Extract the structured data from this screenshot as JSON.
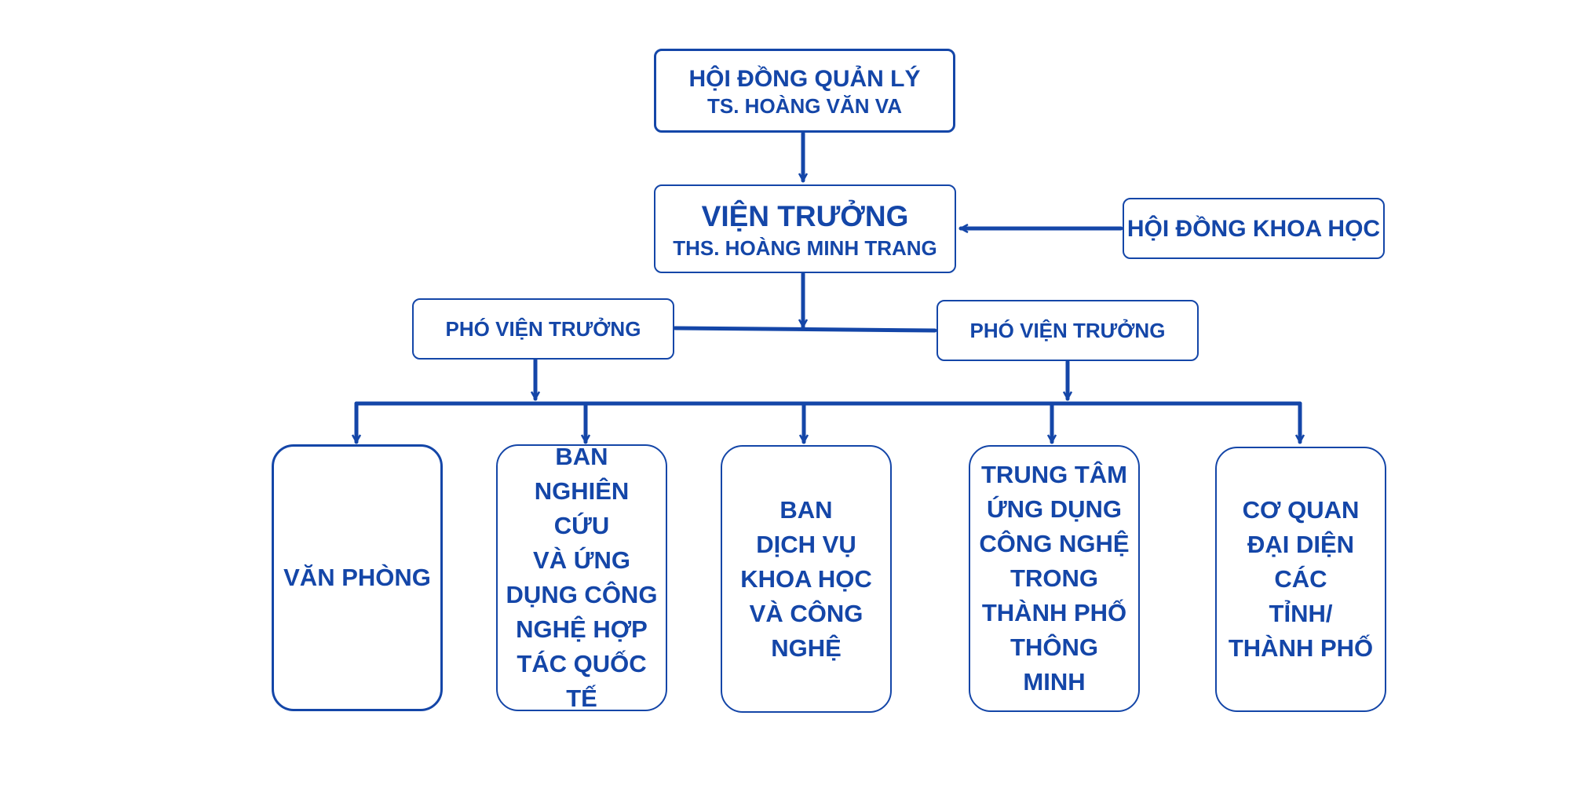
{
  "colors": {
    "accent": "#1446a8",
    "background": "#ffffff"
  },
  "management_board": {
    "title": "HỘI ĐỒNG QUẢN LÝ",
    "person": "TS. HOÀNG VĂN VA"
  },
  "director": {
    "title": "VIỆN TRƯỞNG",
    "person": "THS. HOÀNG MINH TRANG"
  },
  "science_council": {
    "title": "HỘI ĐỒNG KHOA HỌC"
  },
  "deputy_left": {
    "title": "PHÓ VIỆN TRƯỞNG"
  },
  "deputy_right": {
    "title": "PHÓ VIỆN TRƯỞNG"
  },
  "units": [
    {
      "lines": [
        "VĂN PHÒNG"
      ]
    },
    {
      "lines": [
        "BAN",
        "NGHIÊN CỨU",
        "VÀ ỨNG",
        "DỤNG CÔNG",
        "NGHỆ HỢP",
        "TÁC QUỐC TẾ"
      ]
    },
    {
      "lines": [
        "BAN",
        "DỊCH VỤ",
        "KHOA HỌC",
        "VÀ CÔNG",
        "NGHỆ"
      ]
    },
    {
      "lines": [
        "TRUNG TÂM",
        "ỨNG DỤNG",
        "CÔNG NGHỆ",
        "TRONG",
        "THÀNH PHỐ",
        "THÔNG MINH"
      ]
    },
    {
      "lines": [
        "CƠ QUAN",
        "ĐẠI DIỆN CÁC",
        "TỈNH/",
        "THÀNH PHỐ"
      ]
    }
  ]
}
